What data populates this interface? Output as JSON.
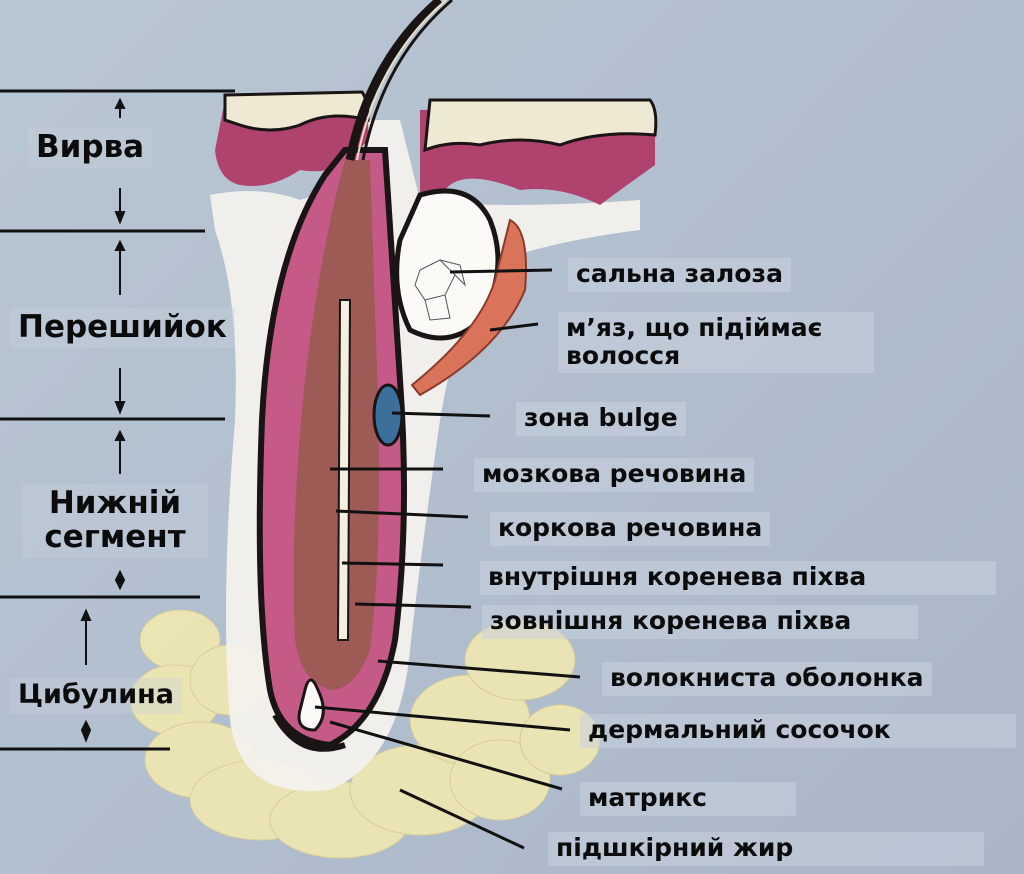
{
  "diagram": {
    "subject": "hair follicle cross-section",
    "regions": [
      {
        "label": "Вирва"
      },
      {
        "label": "Перешийок"
      },
      {
        "label": "Нижній сегмент"
      },
      {
        "label": "Цибулина"
      }
    ],
    "structures": [
      {
        "label": "сальна залоза"
      },
      {
        "label": "м’яз, що підіймає волосся"
      },
      {
        "label": "зона bulge"
      },
      {
        "label": "мозкова речовина"
      },
      {
        "label": "коркова речовина"
      },
      {
        "label": "внутрішня коренева піхва"
      },
      {
        "label": "зовнішня коренева піхва"
      },
      {
        "label": "волокниста оболонка"
      },
      {
        "label": "дермальний сосочок"
      },
      {
        "label": "матрикс"
      },
      {
        "label": "підшкірний жир"
      }
    ],
    "colors": {
      "background": "#b5c2d1",
      "epidermis_pink": "#b0426e",
      "muscle_red": "#d9735a",
      "bulge_blue": "#3d6f9c",
      "fat_yellow": "#efe7b0",
      "dermis_white": "#f3f1ec",
      "hair_dark": "#1a1414",
      "line": "#111111"
    }
  }
}
